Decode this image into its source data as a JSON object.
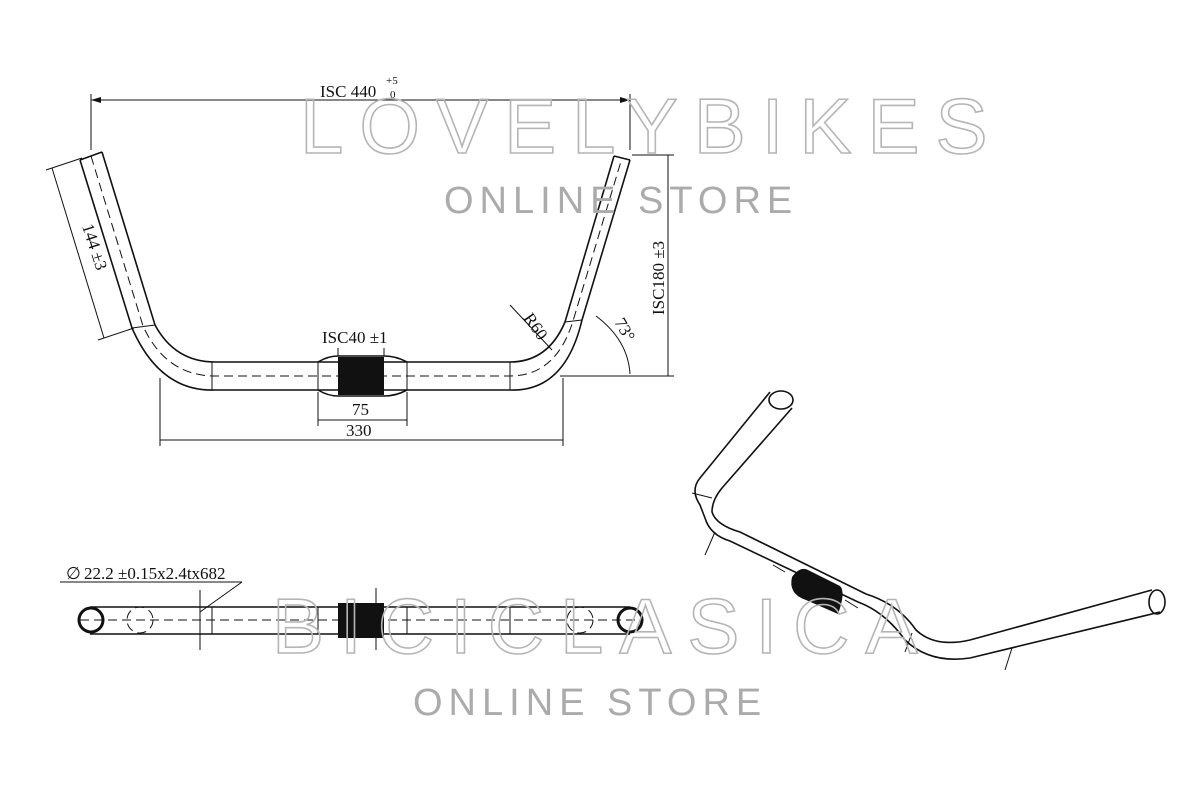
{
  "watermarks": {
    "top_brand": "LOVELYBIKES",
    "top_sub": "ONLINE STORE",
    "bottom_brand": "BICICLASICA",
    "bottom_sub": "ONLINE STORE"
  },
  "dimensions": {
    "overall_width": "ISC 440",
    "overall_width_tol_upper": "+5",
    "overall_width_tol_lower": "0",
    "end_length": "144 ±3",
    "rise": "ISC180 ±3",
    "bend_radius": "R60",
    "bend_angle": "73°",
    "center_diameter": "ISC40 ±1",
    "center_length": "75",
    "flat_length": "330",
    "tube_spec": "22.2 ±0.15x2.4tx682",
    "diameter_symbol": "∅"
  },
  "colors": {
    "line": "#111111",
    "watermark": "#b5b5b5",
    "clamp": "#111111"
  }
}
